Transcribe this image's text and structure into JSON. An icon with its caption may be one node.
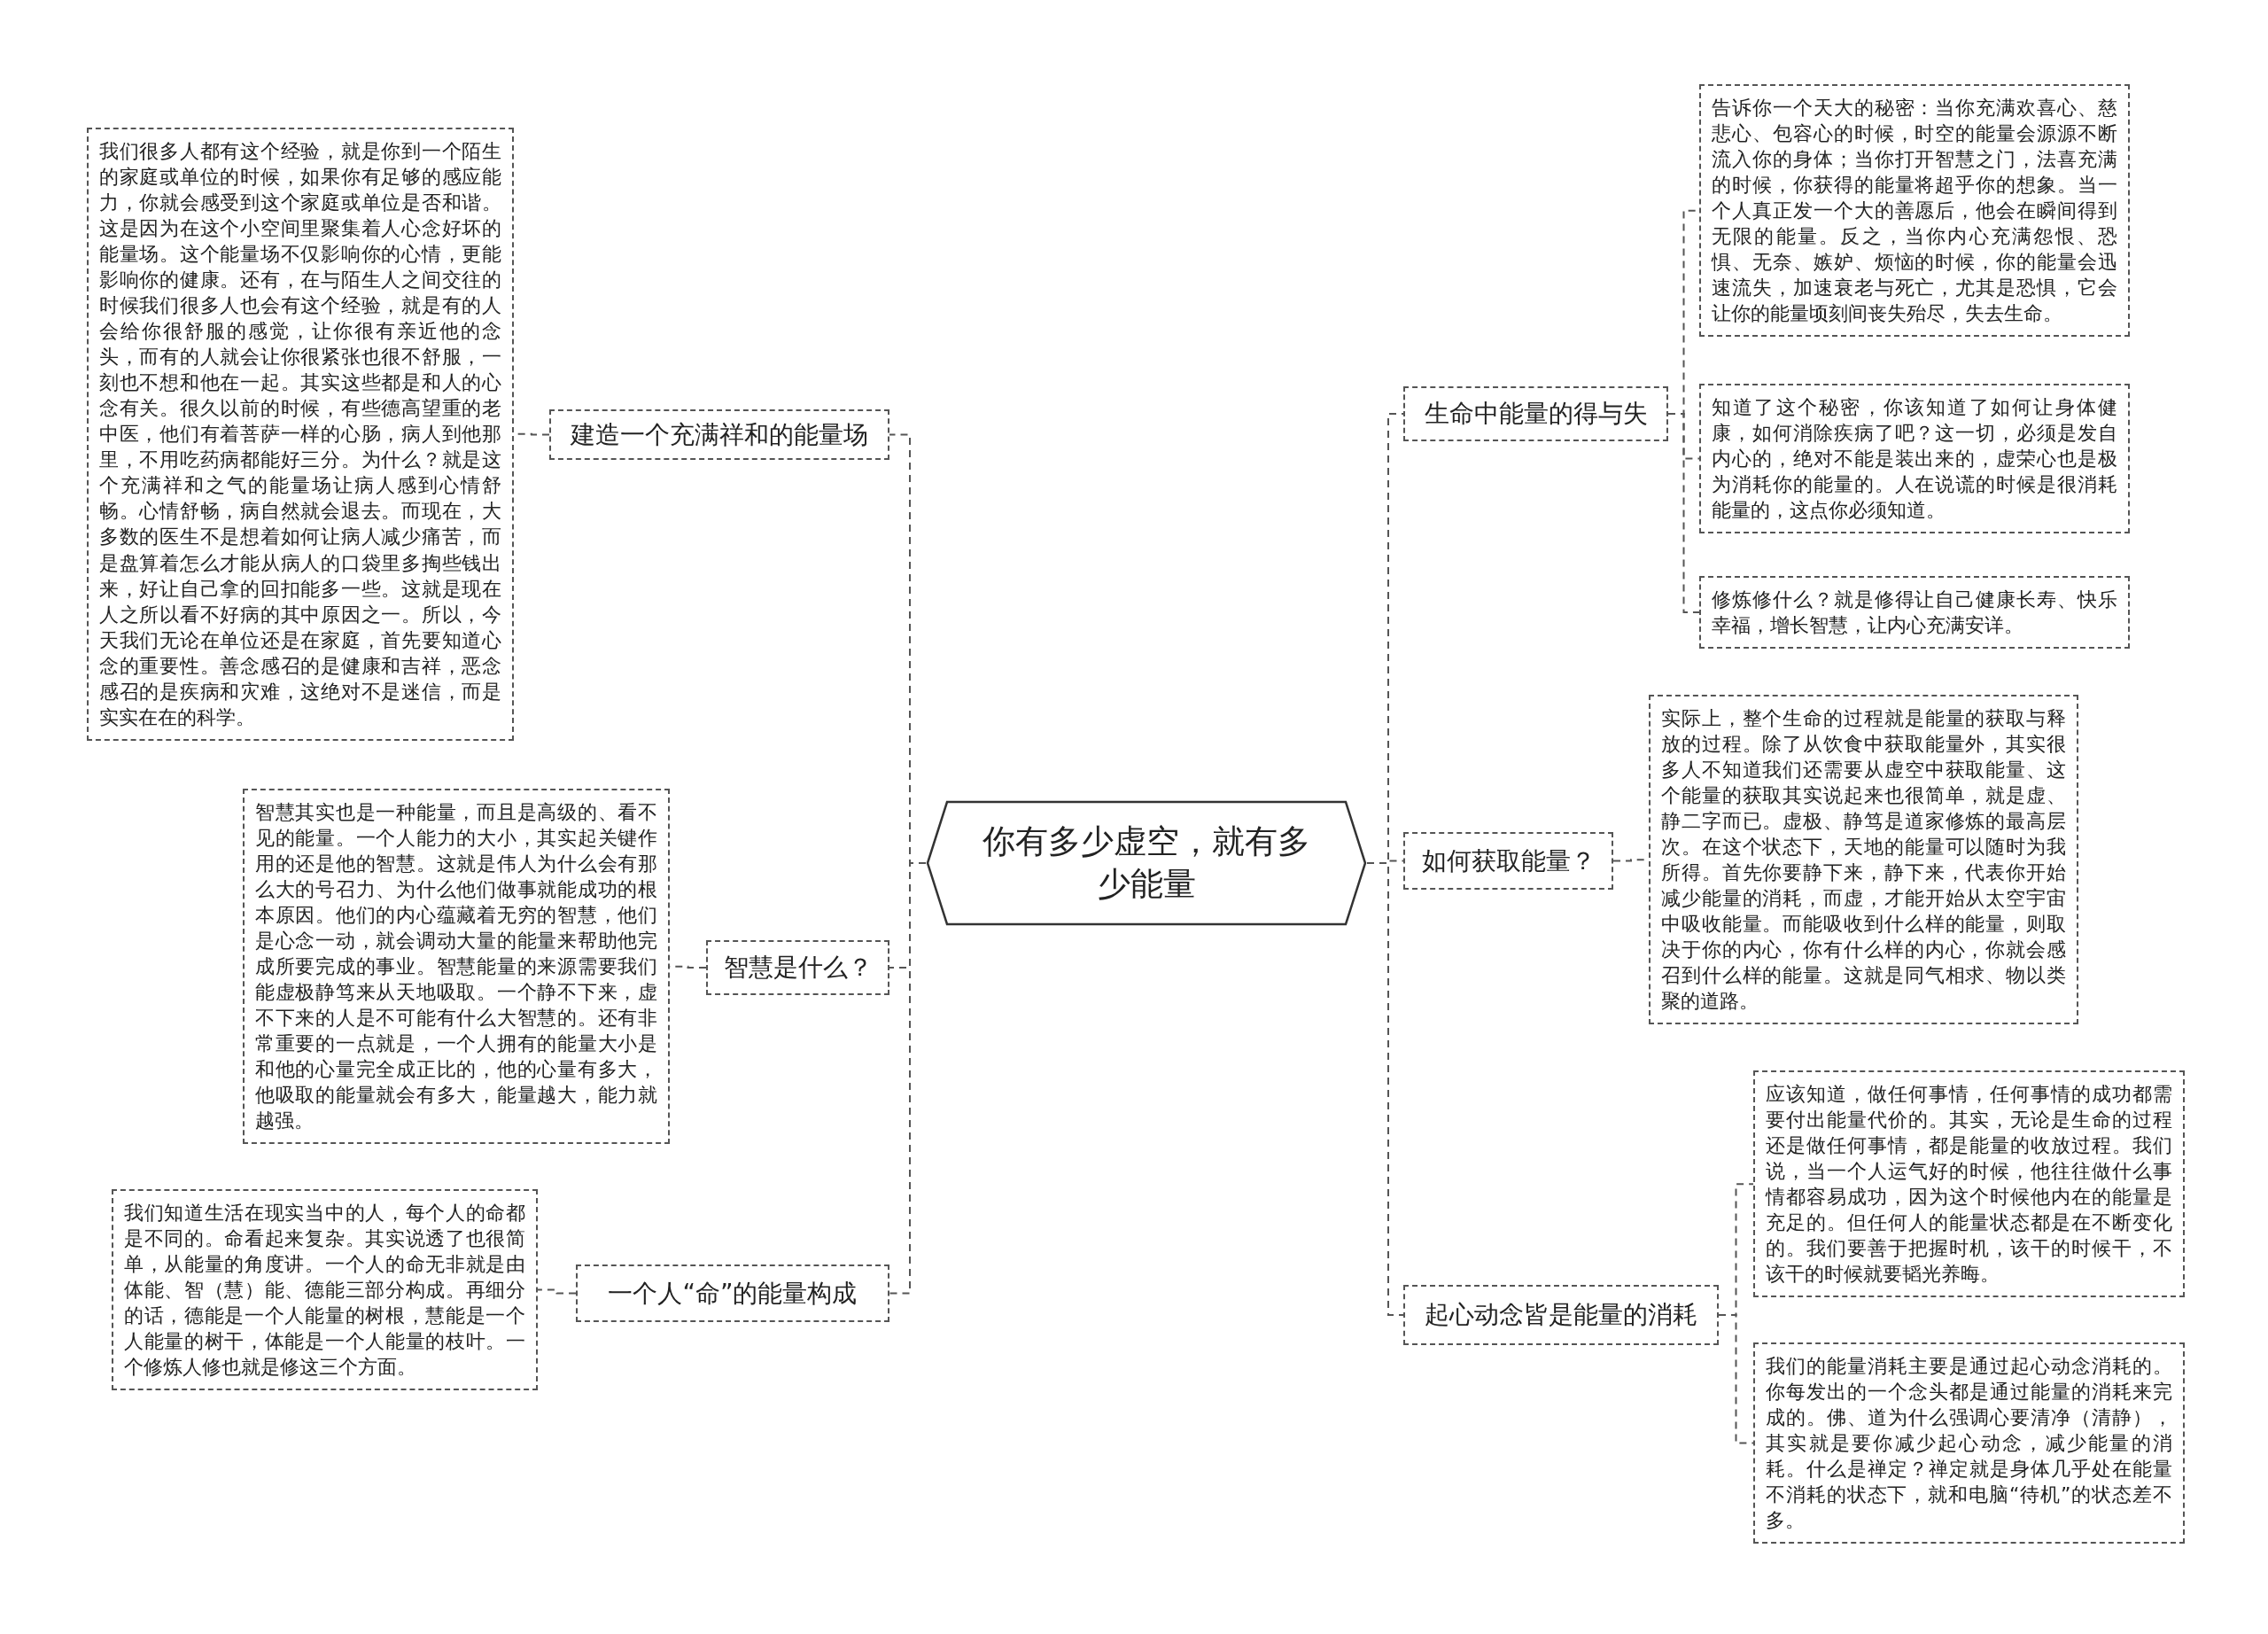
{
  "diagram": {
    "nodes": [
      {
        "text": [
          "你有多少虚空，就有多少能量"
        ]
      },
      {
        "text": [
          "建造一个充满祥和的能量场"
        ]
      },
      {
        "text": [
          "我们很多人都有这个经验，就是你到一个陌生的家庭或单位的时候，如果你有足够的感应能力，你就会感受到这个家庭或单位是否和谐。这是因为在这个小空间里聚集着人心念好坏的能量场。这个能量场不仅影响你的心情，更能影响你的健康。还有，在与陌生人之间交往的时候我们很多人也会有这个经验，就是有的人会给你很舒服的感觉，让你很有亲近他的念头，而有的人就会让你很紧张也很不舒服，一刻也不想和他在一起。其实这些都是和人的心念有关。很久以前的时候，有些德高望重的老中医，他们有着菩萨一样的心肠，病人到他那里，不用吃药病都能好三分。为什么？就是这个充满祥和之气的能量场让病人感到心情舒畅。心情舒畅，病自然就会退去。而现在，大多数的医生不是想着如何让病人减少痛苦，而是盘算着怎么才能从病人的口袋里多掏些钱出来，好让自己拿的回扣能多一些。这就是现在人之所以看不好病的其中原因之一。所以，今天我们无论在单位还是在家庭，首先要知道心念的重要性。善念感召的是健康和吉祥，恶念感召的是疾病和灾难，这绝对不是迷信，而是实实在在的科学。"
        ]
      },
      {
        "text": [
          "智慧是什么？"
        ]
      },
      {
        "text": [
          "智慧其实也是一种能量，而且是高级的、看不见的能量。一个人能力的大小，其实起关键作用的还是他的智慧。这就是伟人为什么会有那么大的号召力、为什么他们做事就能成功的根本原因。他们的内心蕴藏着无穷的智慧，他们是心念一动，就会调动大量的能量来帮助他完成所要完成的事业。智慧能量的来源需要我们能虚极静笃来从天地吸取。一个静不下来，虚不下来的人是不可能有什么大智慧的。还有非常重要的一点就是，一个人拥有的能量大小是和他的心量完全成正比的，他的心量有多大，他吸取的能量就会有多大，能量越大，能力就越强。"
        ]
      },
      {
        "text": [
          "一个人“命”的能量构成"
        ]
      },
      {
        "text": [
          "我们知道生活在现实当中的人，每个人的命都是不同的。命看起来复杂。其实说透了也很简单，从能量的角度讲。一个人的命无非就是由体能、智（慧）能、德能三部分构成。再细分的话，德能是一个人能量的树根，慧能是一个人能量的树干，体能是一个人能量的枝叶。一个修炼人修也就是修这三个方面。"
        ]
      },
      {
        "text": [
          "生命中能量的得与失"
        ]
      },
      {
        "text": [
          "告诉你一个天大的秘密：当你充满欢喜心、慈悲心、包容心的时候，时空的能量会源源不断流入你的身体；当你打开智慧之门，法喜充满的时候，你获得的能量将超乎你的想象。当一个人真正发一个大的善愿后，他会在瞬间得到无限的能量。反之，当你内心充满怨恨、恐惧、无奈、嫉妒、烦恼的时候，你的能量会迅速流失，加速衰老与死亡，尤其是恐惧，它会让你的能量顷刻间丧失殆尽，失去生命。"
        ]
      },
      {
        "text": [
          "知道了这个秘密，你该知道了如何让身体健康，如何消除疾病了吧？这一切，必须是发自内心的，绝对不能是装出来的，虚荣心也是极为消耗你的能量的。人在说谎的时候是很消耗能量的，这点你必须知道。"
        ]
      },
      {
        "text": [
          "修炼修什么？就是修得让自己健康长寿、快乐幸福，增长智慧，让内心充满安详。"
        ]
      },
      {
        "text": [
          "如何获取能量？"
        ]
      },
      {
        "text": [
          "实际上，整个生命的过程就是能量的获取与释放的过程。除了从饮食中获取能量外，其实很多人不知道我们还需要从虚空中获取能量、这个能量的获取其实说起来也很简单，就是虚、静二字而已。虚极、静笃是道家修炼的最高层次。在这个状态下，天地的能量可以随时为我所得。首先你要静下来，静下来，代表你开始减少能量的消耗，而虚，才能开始从太空宇宙中吸收能量。而能吸收到什么样的能量，则取决于你的内心，你有什么样的内心，你就会感召到什么样的能量。这就是同气相求、物以类聚的道路。"
        ]
      },
      {
        "text": [
          "起心动念皆是能量的消耗"
        ]
      },
      {
        "text": [
          "应该知道，做任何事情，任何事情的成功都需要付出能量代价的。其实，无论是生命的过程还是做任何事情，都是能量的收放过程。我们说，当一个人运气好的时候，他往往做什么事情都容易成功，因为这个时候他内在的能量是充足的。但任何人的能量状态都是在不断变化的。我们要善于把握时机，该干的时候干，不该干的时候就要韬光养晦。"
        ]
      },
      {
        "text": [
          "我们的能量消耗主要是通过起心动念消耗的。你每发出的一个念头都是通过能量的消耗来完成的。佛、道为什么强调心要清净（清静），其实就是要你减少起心动念，减少能量的消耗。什么是禅定？禅定就是身体几乎处在能量不消耗的状态下，就和电脑“待机”的状态差不多。"
        ]
      }
    ],
    "edges": [
      {
        "from": 0,
        "to": 1,
        "arrow": "none"
      },
      {
        "from": 1,
        "to": 2,
        "arrow": "none"
      },
      {
        "from": 0,
        "to": 3,
        "arrow": "none"
      },
      {
        "from": 3,
        "to": 4,
        "arrow": "none"
      },
      {
        "from": 0,
        "to": 5,
        "arrow": "none"
      },
      {
        "from": 5,
        "to": 6,
        "arrow": "none"
      },
      {
        "from": 0,
        "to": 7,
        "arrow": "none"
      },
      {
        "from": 7,
        "to": 8,
        "arrow": "none"
      },
      {
        "from": 7,
        "to": 9,
        "arrow": "none"
      },
      {
        "from": 7,
        "to": 10,
        "arrow": "none"
      },
      {
        "from": 0,
        "to": 11,
        "arrow": "none"
      },
      {
        "from": 11,
        "to": 12,
        "arrow": "none"
      },
      {
        "from": 0,
        "to": 13,
        "arrow": "none"
      },
      {
        "from": 13,
        "to": 14,
        "arrow": "none"
      },
      {
        "from": 13,
        "to": 15,
        "arrow": "none"
      }
    ]
  }
}
